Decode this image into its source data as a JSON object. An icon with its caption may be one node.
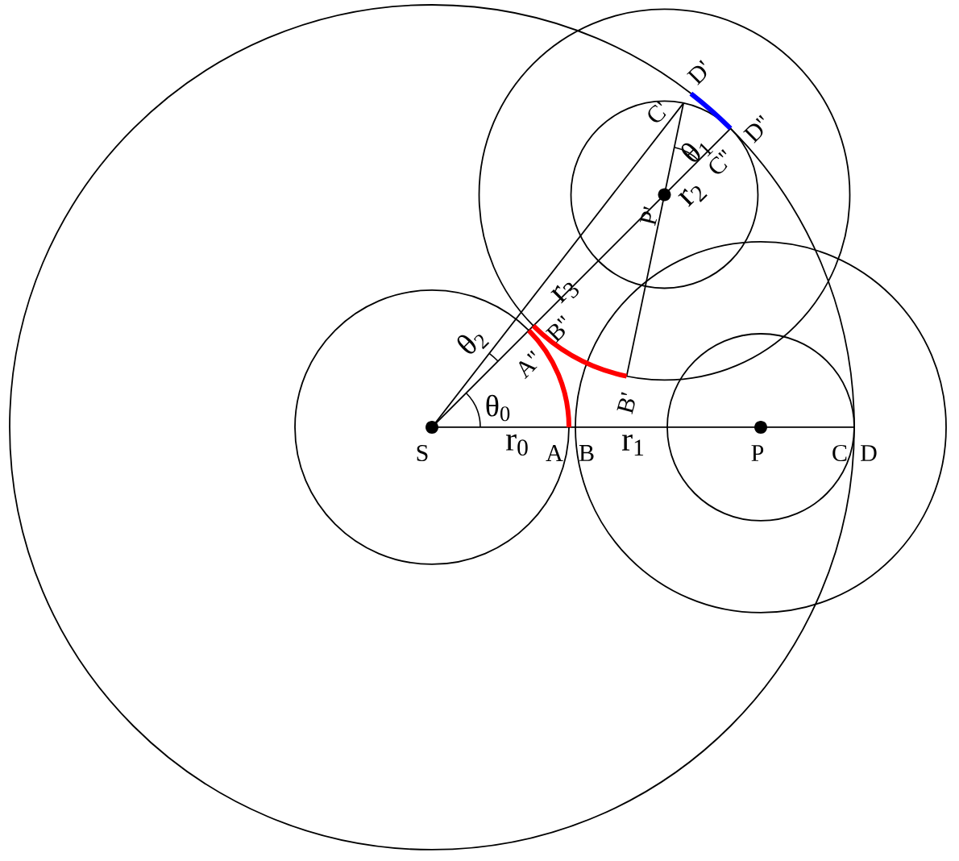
{
  "diagram": {
    "labels": [
      "D'",
      "C'",
      "D''",
      "θ$_{1}$",
      "C''",
      "r$_{2}$",
      "P'",
      "r$_{3}$",
      "θ$_{2}$",
      "B''",
      "A''",
      "θ$_{0}$",
      "B'",
      "S",
      "r$_{0}$",
      "A",
      "B",
      "r$_{1}$",
      "P",
      "C",
      "D"
    ]
  }
}
